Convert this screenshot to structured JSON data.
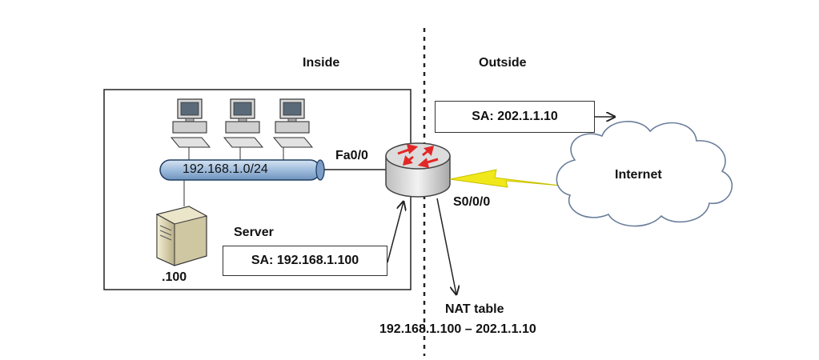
{
  "zones": {
    "inside": "Inside",
    "outside": "Outside"
  },
  "network": {
    "subnet": "192.168.1.0/24"
  },
  "server": {
    "label": "Server",
    "host_suffix": ".100"
  },
  "router": {
    "inside_interface": "Fa0/0",
    "outside_interface": "S0/0/0"
  },
  "packets": {
    "inside_sa": "SA: 192.168.1.100",
    "outside_sa": "SA: 202.1.1.10"
  },
  "cloud": {
    "label": "Internet"
  },
  "nat": {
    "title": "NAT table",
    "mapping": "192.168.1.100 – 202.1.1.10"
  },
  "colors": {
    "lan_bar": "#a9c4e0",
    "router_arrows": "#e32727",
    "serial_link": "#f0e81a",
    "border": "#222222"
  },
  "icons": [
    "pc-icon",
    "server-icon",
    "router-icon",
    "cloud-icon",
    "serial-link-icon"
  ]
}
